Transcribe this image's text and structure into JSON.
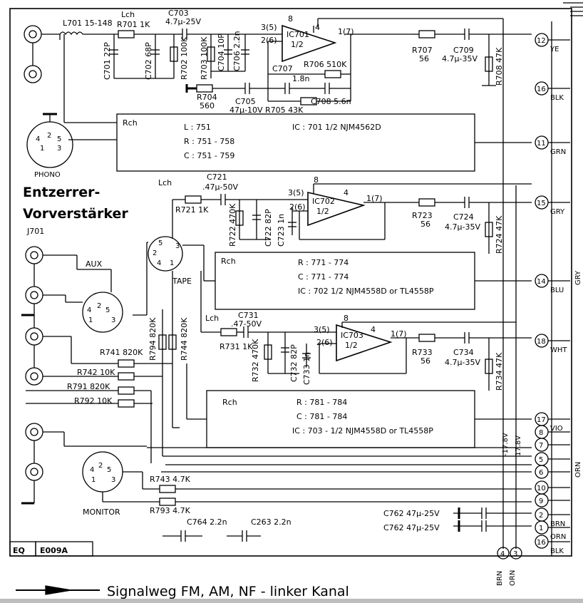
{
  "title": {
    "line1": "Entzerrer-",
    "line2": "Vorverstärker"
  },
  "footer": {
    "signal_path": "Signalweg  FM, AM, NF - linker  Kanal"
  },
  "board": {
    "code": "EQ",
    "id": "E009A"
  },
  "jacks": {
    "phono": "PHONO",
    "aux": "AUX",
    "tape": "TAPE",
    "monitor": "MONITOR",
    "j701": "J701"
  },
  "stage1": {
    "lch": "Lch",
    "l701": "L701 15-148",
    "r701": "R701 1K",
    "c703": "C703",
    "c703_val": "4.7µ-25V",
    "c701": "C701 22P",
    "c702": "C702 68P",
    "r702": "R702 100K",
    "r703": "R703 100K",
    "c704": "C704 10P",
    "c706": "C706 2.2n",
    "ic_name": "IC701",
    "ic_half": "1/2",
    "pin_in_p": "3(5)",
    "pin_in_n": "2(6)",
    "pin_out": "1(7)",
    "pin8": "8",
    "pin4": "4",
    "r706": "R706 510K",
    "c707": "C707",
    "c707_val": "1.8n",
    "r704": "R704",
    "r704_val": "560",
    "c705": "C705",
    "c705_val": "47µ-10V",
    "r705": "R705 43K",
    "c708": "C708 5.6n",
    "r707": "R707",
    "r707_val": "56",
    "c709": "C709",
    "c709_val": "4.7µ-35V",
    "r708": "R708 47K"
  },
  "box1": {
    "rch": "Rch",
    "l": "L : 751",
    "r": "R : 751 - 758",
    "c": "C : 751 - 759",
    "ic": "IC : 701  1/2   NJM4562D"
  },
  "stage2": {
    "lch": "Lch",
    "c721": "C721",
    "c721_val": ".47µ-50V",
    "r721": "R721 1K",
    "r722": "R722 470K",
    "c722": "C722 82P",
    "c723": "C723 1n",
    "ic_name": "IC702",
    "ic_half": "1/2",
    "pin_in_p": "3(5)",
    "pin_in_n": "2(6)",
    "pin_out": "1(7)",
    "pin8": "8",
    "pin4": "4",
    "r723": "R723",
    "r723_val": "56",
    "c724": "C724",
    "c724_val": "4.7µ-35V",
    "r724": "R724 47K"
  },
  "box2": {
    "rch": "Rch",
    "r": "R : 771 - 774",
    "c": "C : 771 - 774",
    "ic": "IC : 702  1/2    NJM4558D  or TL4558P"
  },
  "stage3": {
    "lch": "Lch",
    "c731": "C731",
    "c731_val": ".47-50V",
    "r731": "R731 1K",
    "r732": "R732 470K",
    "c732": "C732 82P",
    "c733": "C733 1n",
    "ic_name": "IC703",
    "ic_half": "1/2",
    "pin_in_p": "3(5)",
    "pin_in_n": "2(6)",
    "pin_out": "1(7)",
    "pin8": "8",
    "pin4": "4",
    "r733": "R733",
    "r733_val": "56",
    "c734": "C734",
    "c734_val": "4.7µ-35V",
    "r734": "R734 47K"
  },
  "box3": {
    "rch": "Rch",
    "r": "R : 781 - 784",
    "c": "C : 781 - 784",
    "ic": "IC : 703 - 1/2   NJM4558D  or TL4558P"
  },
  "aux_net": {
    "r794": "R794 820K",
    "r744": "R744 820K",
    "r741": "R741 820K",
    "r742": "R742 10K",
    "r791": "R791 820K",
    "r792": "R792 10K",
    "r743": "R743 4.7K",
    "r793": "R793 4.7K"
  },
  "bottom_caps": {
    "c764": "C764  2.2n",
    "c263": "C263  2.2n",
    "c762a": "C762 47µ-25V",
    "c762b": "C762 47µ-25V"
  },
  "rails": {
    "neg": "-17.8V",
    "pos": "17.8V"
  },
  "connectors": [
    {
      "num": "12",
      "label": "YE"
    },
    {
      "num": "16",
      "label": "BLK"
    },
    {
      "num": "11",
      "label": "GRN"
    },
    {
      "num": "15",
      "label": "GRY"
    },
    {
      "num": "14",
      "label": "BLU"
    },
    {
      "num": "18",
      "label": "WHT"
    },
    {
      "num": "17",
      "label": "VIO"
    },
    {
      "num": "8",
      "label": ""
    },
    {
      "num": "7",
      "label": ""
    },
    {
      "num": "5",
      "label": ""
    },
    {
      "num": "6",
      "label": ""
    },
    {
      "num": "10",
      "label": ""
    },
    {
      "num": "9",
      "label": ""
    },
    {
      "num": "2",
      "label": "BRN"
    },
    {
      "num": "1",
      "label": "ORN"
    },
    {
      "num": "16",
      "label": "BLK"
    }
  ],
  "side_labels": {
    "gry": "GRY",
    "orn": "ORN",
    "brn_bottom": "BRN",
    "orn_bottom": "ORN",
    "pin4": "4",
    "pin3": "3"
  }
}
